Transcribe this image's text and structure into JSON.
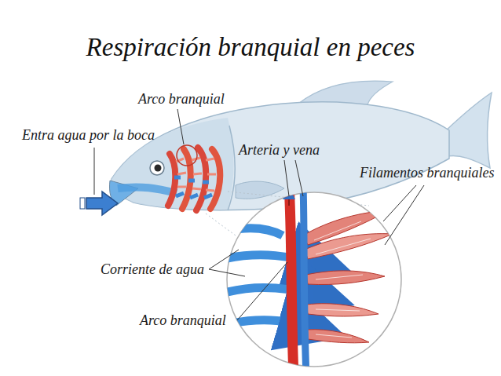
{
  "diagram": {
    "title": "Respiración branquial en peces",
    "labels": [
      "Arco branquial",
      "Entra agua por la boca",
      "Arteria y vena",
      "Filamentos branquiales",
      "Corriente de agua",
      "Arco branquial"
    ]
  }
}
